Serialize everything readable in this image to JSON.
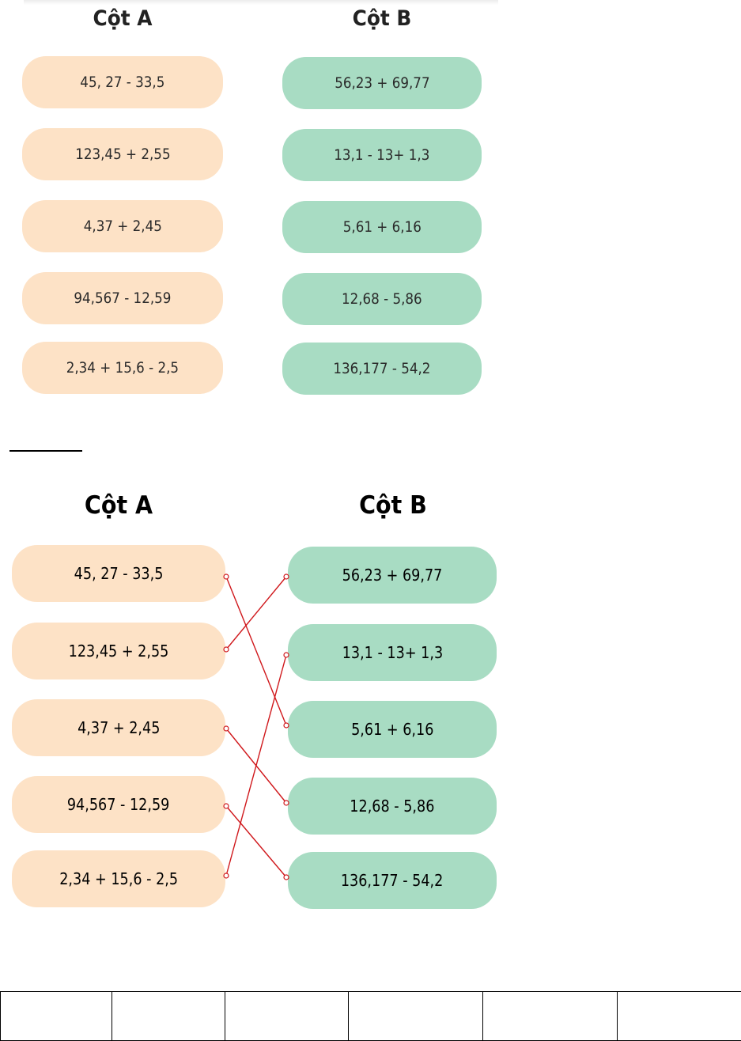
{
  "question": {
    "col_a_title": "Cột A",
    "col_b_title": "Cột B",
    "col_a": [
      "45, 27 - 33,5",
      "123,45 + 2,55",
      "4,37 + 2,45",
      "94,567 - 12,59",
      "2,34 + 15,6 - 2,5"
    ],
    "col_b": [
      "56,23 + 69,77",
      "13,1 - 13+ 1,3",
      "5,61 + 6,16",
      "12,68 - 5,86",
      "136,177 - 54,2"
    ]
  },
  "answer": {
    "col_a_title": "Cột A",
    "col_b_title": "Cột B",
    "col_a": [
      "45, 27 - 33,5",
      "123,45 + 2,55",
      "4,37 + 2,45",
      "94,567 - 12,59",
      "2,34 + 15,6 - 2,5"
    ],
    "col_b": [
      "56,23 + 69,77",
      "13,1 - 13+ 1,3",
      "5,61 + 6,16",
      "12,68 - 5,86",
      "136,177 - 54,2"
    ],
    "matches": [
      [
        0,
        2
      ],
      [
        1,
        0
      ],
      [
        2,
        3
      ],
      [
        3,
        4
      ],
      [
        4,
        1
      ]
    ]
  },
  "colors": {
    "col_a_fill": "#fde2c6",
    "col_b_fill": "#a8dcc3",
    "link_line": "#d0181c"
  }
}
